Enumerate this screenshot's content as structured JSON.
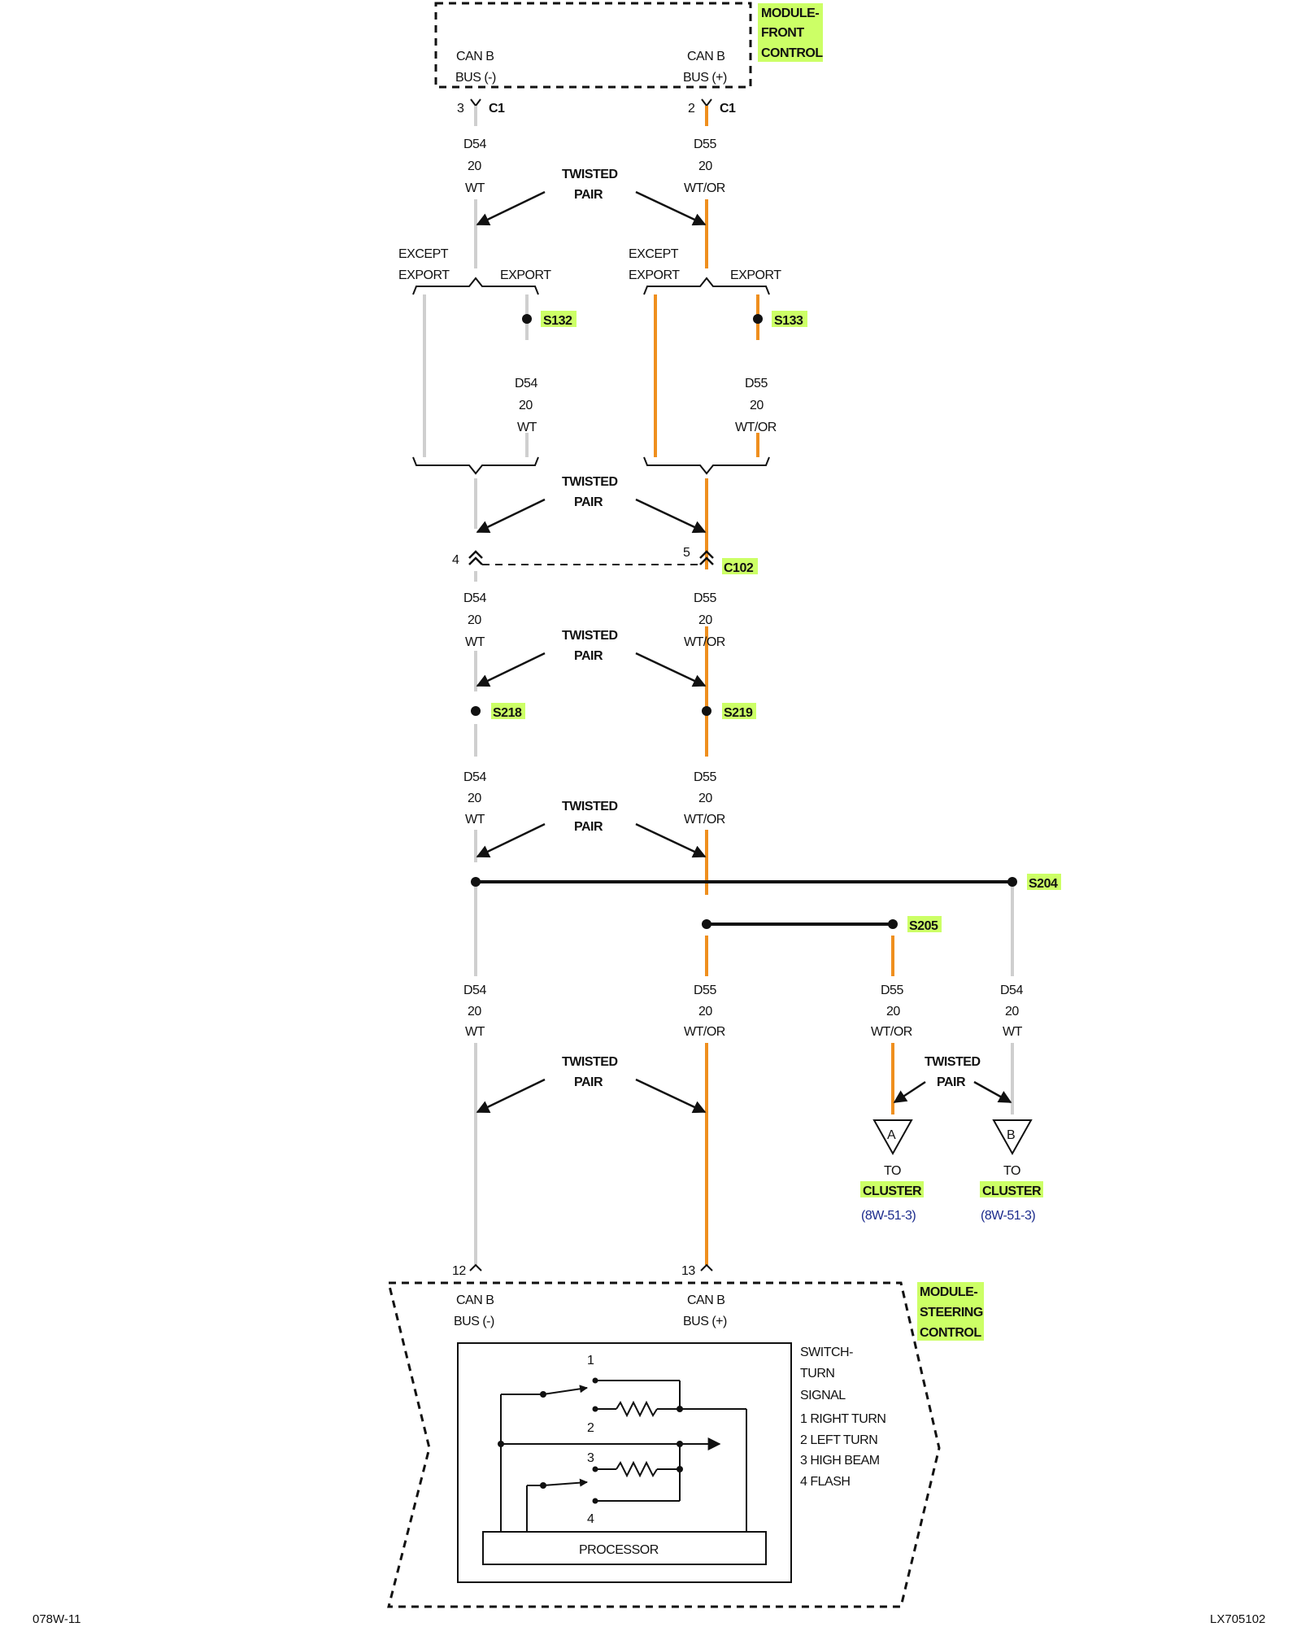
{
  "colors": {
    "wire_wt": "#cfcfcf",
    "wire_wtor": "#ef8f1e",
    "highlight": "#ccff66",
    "ink": "#111111",
    "ref": "#1a2a8c"
  },
  "modules": {
    "front": {
      "name": [
        "MODULE-",
        "FRONT",
        "CONTROL"
      ]
    },
    "steering": {
      "name": [
        "MODULE-",
        "STEERING",
        "CONTROL"
      ]
    }
  },
  "pins": {
    "can_b_minus": [
      "CAN B",
      "BUS (-)"
    ],
    "can_b_plus": [
      "CAN B",
      "BUS (+)"
    ]
  },
  "connectors": {
    "c1_left": {
      "pin": "3",
      "name": "C1"
    },
    "c1_right": {
      "pin": "2",
      "name": "C1"
    },
    "c102_left": {
      "pin": "4"
    },
    "c102_right": {
      "pin": "5",
      "name": "C102"
    },
    "steer_left": {
      "pin": "12"
    },
    "steer_right": {
      "pin": "13"
    }
  },
  "wires": {
    "wt": [
      "D54",
      "20",
      "WT"
    ],
    "wtor": [
      "D55",
      "20",
      "WT/OR"
    ]
  },
  "twisted_pair": [
    "TWISTED",
    "PAIR"
  ],
  "branches": {
    "except": [
      "EXCEPT",
      "EXPORT"
    ],
    "export": "EXPORT"
  },
  "splices": {
    "s132": "S132",
    "s133": "S133",
    "s218": "S218",
    "s219": "S219",
    "s204": "S204",
    "s205": "S205"
  },
  "destinations": {
    "a": {
      "letter": "A",
      "to": "TO",
      "name": "CLUSTER",
      "ref": "(8W-51-3)"
    },
    "b": {
      "letter": "B",
      "to": "TO",
      "name": "CLUSTER",
      "ref": "(8W-51-3)"
    }
  },
  "switch": {
    "title": [
      "SWITCH-",
      "TURN",
      "SIGNAL"
    ],
    "legend": [
      "1 RIGHT TURN",
      "2 LEFT TURN",
      "3 HIGH BEAM",
      "4 FLASH"
    ],
    "positions": [
      "1",
      "2",
      "3",
      "4"
    ],
    "processor": "PROCESSOR"
  },
  "footer": {
    "left": "078W-11",
    "right": "LX705102"
  }
}
